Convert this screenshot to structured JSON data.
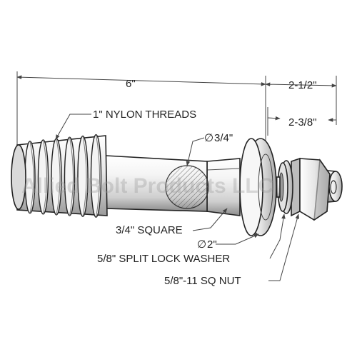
{
  "dimensions": {
    "overall_length": "6\"",
    "thread_to_end": "2-1/2\"",
    "washer_to_end": "2-3/8\""
  },
  "callouts": {
    "nylon_threads": "1\" NYLON THREADS",
    "shank_diameter": "3/4\"",
    "square_section": "3/4\" SQUARE",
    "flange_diameter": "2\"",
    "lock_washer": "5/8\" SPLIT LOCK WASHER",
    "square_nut": "5/8\"-11 SQ NUT"
  },
  "diameter_symbol": "∅",
  "watermark": "Allied Bolt Products LLC",
  "colors": {
    "line": "#444444",
    "part_light": "#f2f2f2",
    "part_mid": "#cfcfcf",
    "part_dark": "#8e8e8e",
    "section_hatch": "#555555"
  }
}
